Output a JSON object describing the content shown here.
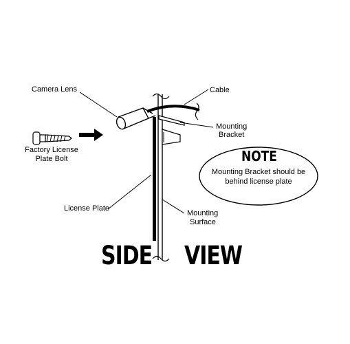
{
  "labels": {
    "camera_lens": "Camera Lens",
    "cable": "Cable",
    "mounting_bracket": [
      "Mounting",
      "Bracket"
    ],
    "factory_bolt": [
      "Factory License",
      "Plate Bolt"
    ],
    "license_plate": "License Plate",
    "mounting_surface": [
      "Mounting",
      "Surface"
    ]
  },
  "note": {
    "title": "NOTE",
    "text": [
      "Mounting Bracket should be",
      "behind license plate"
    ]
  },
  "caption": {
    "left": "SIDE",
    "right": "VIEW"
  }
}
